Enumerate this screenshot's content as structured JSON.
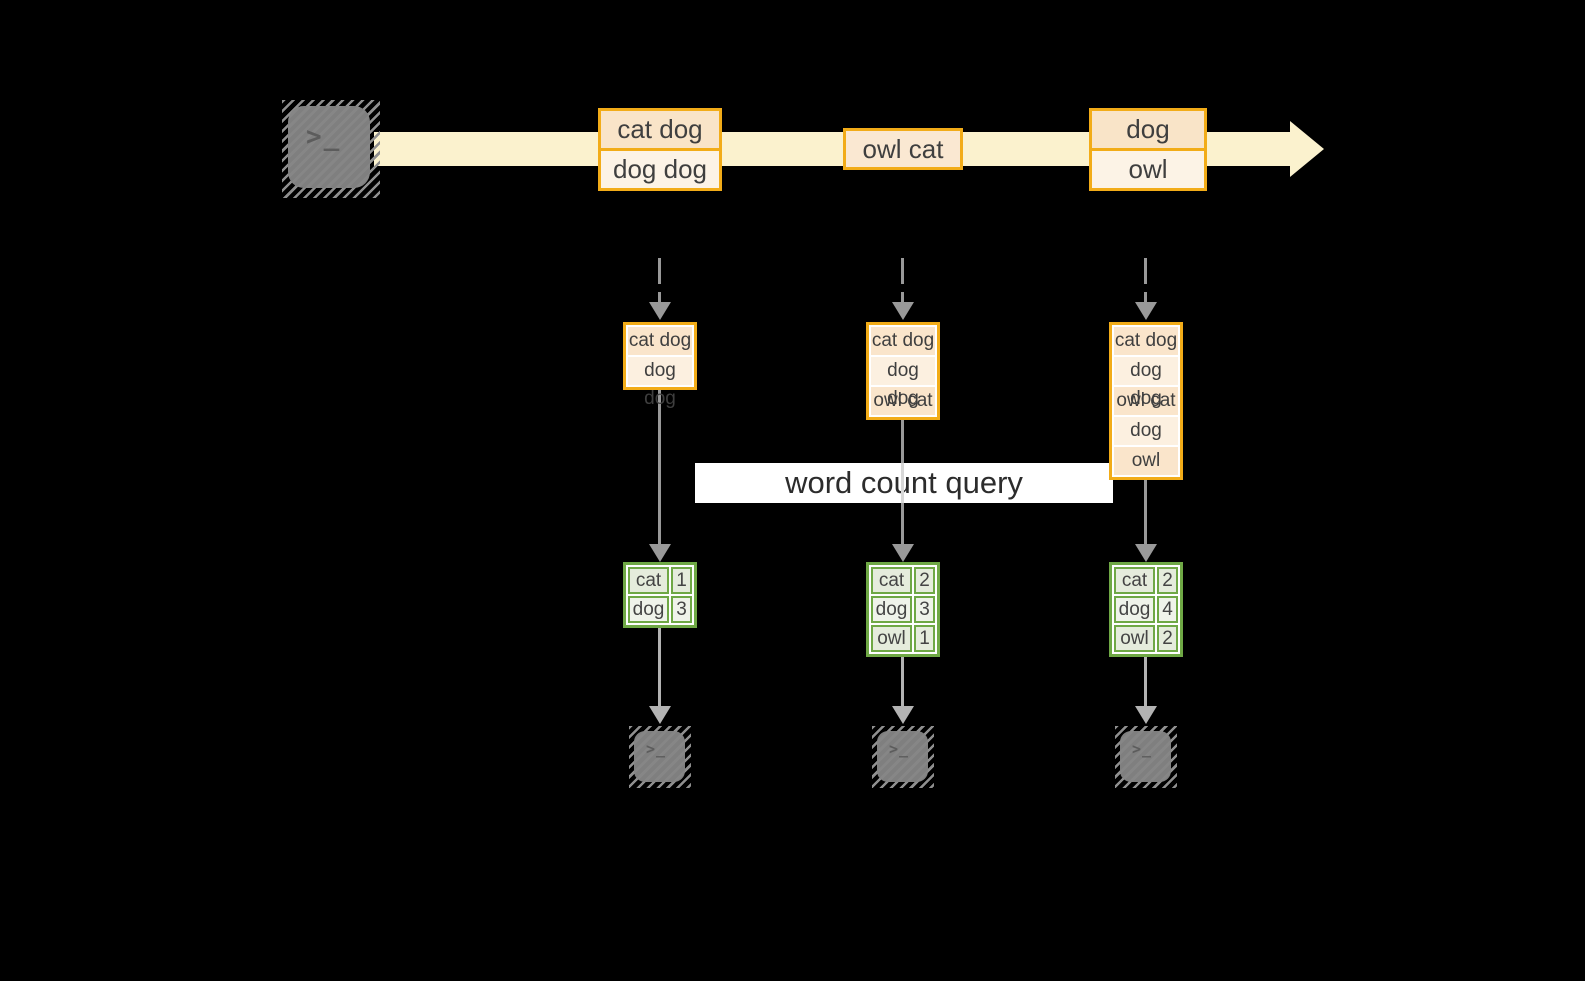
{
  "banner": {
    "label": "word count query"
  },
  "stream": {
    "boxes": [
      {
        "rows": [
          "cat dog",
          "dog dog"
        ]
      },
      {
        "rows": [
          "owl cat"
        ]
      },
      {
        "rows": [
          "dog",
          "owl"
        ]
      }
    ]
  },
  "columns": [
    {
      "buffer": [
        "cat dog",
        "dog dog"
      ],
      "counts": [
        {
          "word": "cat",
          "count": "1"
        },
        {
          "word": "dog",
          "count": "3"
        }
      ]
    },
    {
      "buffer": [
        "cat dog",
        "dog dog",
        "owl cat"
      ],
      "counts": [
        {
          "word": "cat",
          "count": "2"
        },
        {
          "word": "dog",
          "count": "3"
        },
        {
          "word": "owl",
          "count": "1"
        }
      ]
    },
    {
      "buffer": [
        "cat dog",
        "dog dog",
        "owl cat",
        "dog",
        "owl"
      ],
      "counts": [
        {
          "word": "cat",
          "count": "2"
        },
        {
          "word": "dog",
          "count": "4"
        },
        {
          "word": "owl",
          "count": "2"
        }
      ]
    }
  ],
  "icons": {
    "prompt_glyph": ">_",
    "source_terminal": "terminal-icon",
    "consumer_terminal": "terminal-icon"
  },
  "colors": {
    "background": "#000000",
    "stream_band": "#fbf2ce",
    "record_border": "#f2ac18",
    "record_fill_dark": "#f9e4c8",
    "record_fill_light": "#fcf3e6",
    "table_border": "#6fa845",
    "table_cell_dark": "#e5ecdc",
    "table_cell_light": "#eff3ea",
    "arrow_gray": "#999999",
    "arrow_light_gray": "#b3b3b3",
    "banner_bg": "#ffffff",
    "terminal_gray": "#7f7f7f",
    "label_text": "#3f3f3f"
  }
}
